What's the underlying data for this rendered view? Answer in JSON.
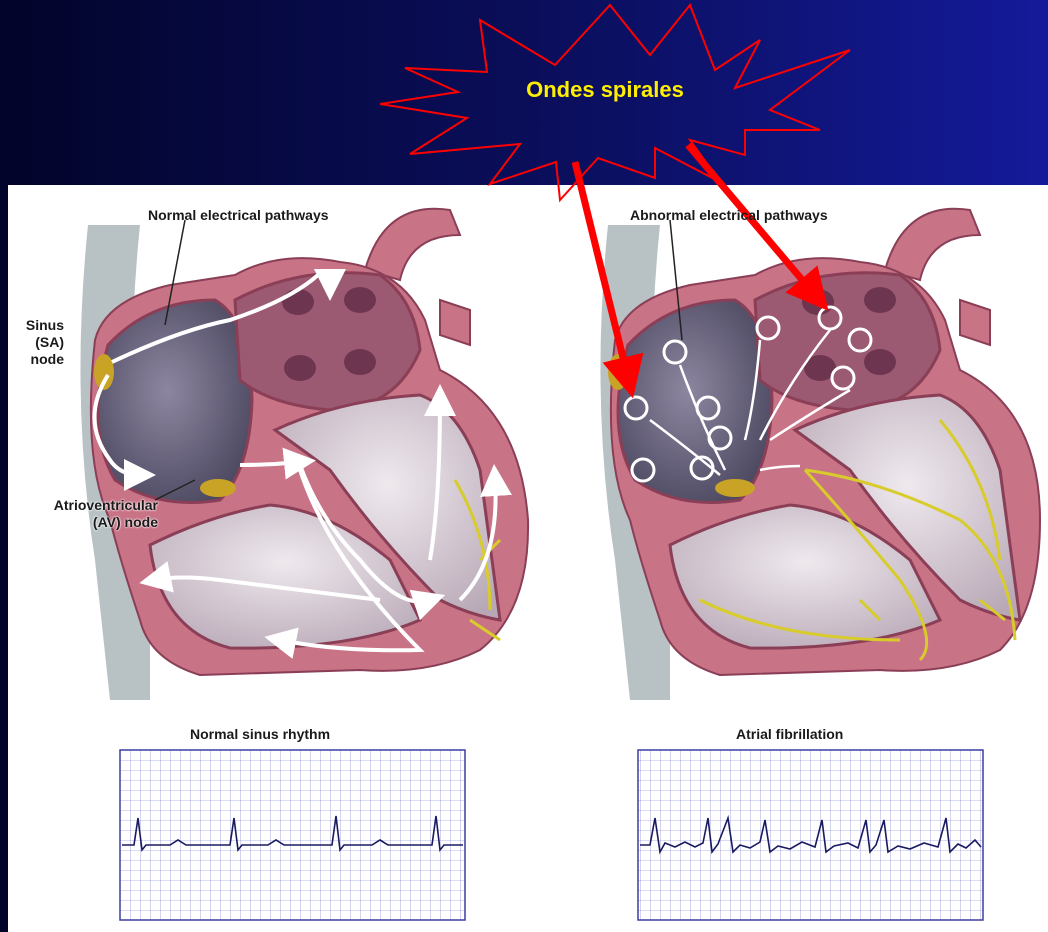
{
  "callout": {
    "text": "Ondes spirales",
    "text_color": "#ffee00",
    "border_color": "#ff0000"
  },
  "left_panel": {
    "title": "Normal electrical pathways",
    "sa_node_label": "Sinus\n(SA)\nnode",
    "av_node_label": "Atrioventricular\n(AV) node",
    "ecg_title": "Normal sinus rhythm"
  },
  "right_panel": {
    "title": "Abnormal electrical pathways",
    "ecg_title": "Atrial fibrillation"
  },
  "colors": {
    "heart_wall": "#c97386",
    "heart_dark": "#8a3f57",
    "atrium_gray": "#6f6a82",
    "conduction": "#d8cc2a",
    "node": "#c9a326",
    "vessel_gray": "#b8c1c4",
    "ecg_grid": "#3b3fa0",
    "arrow_red": "#ff0000"
  }
}
